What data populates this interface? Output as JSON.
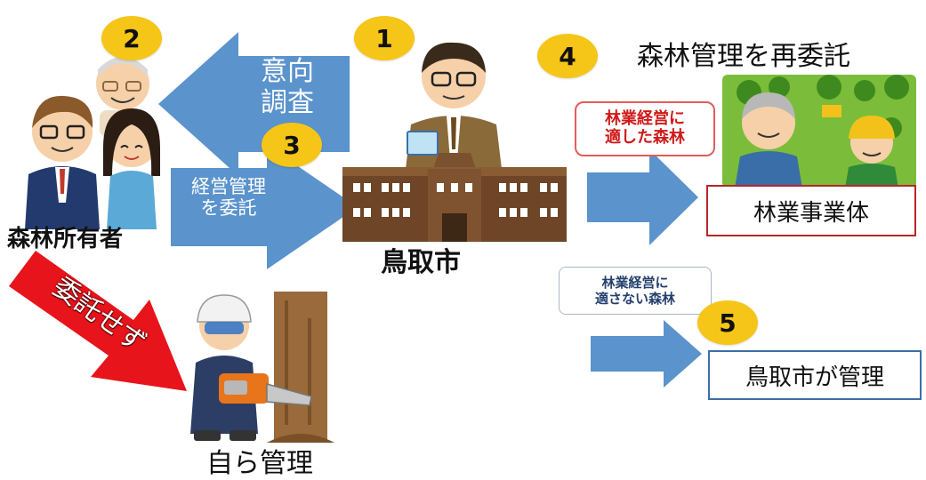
{
  "steps": {
    "s1": "1",
    "s2": "2",
    "s3": "3",
    "s4": "4",
    "s5": "5"
  },
  "arrows": {
    "survey": "意向\n調査",
    "entrust": "経営管理\nを委託",
    "not_entrust": "委託せず"
  },
  "labels": {
    "owners": "森林所有者",
    "city": "鳥取市",
    "self_manage": "自ら管理",
    "re_entrust_title": "森林管理を再委託",
    "suitable": "林業経営に\n適した森林",
    "unsuitable": "林業経営に\n適さない森林",
    "forestry_company": "林業事業体",
    "city_manages": "鳥取市が管理"
  },
  "colors": {
    "arrow_blue": "#5b93cc",
    "arrow_red": "#e8141b",
    "badge_yellow": "#f5c518",
    "box_red_border": "#b8242a",
    "box_blue_border": "#3b6ea8"
  }
}
